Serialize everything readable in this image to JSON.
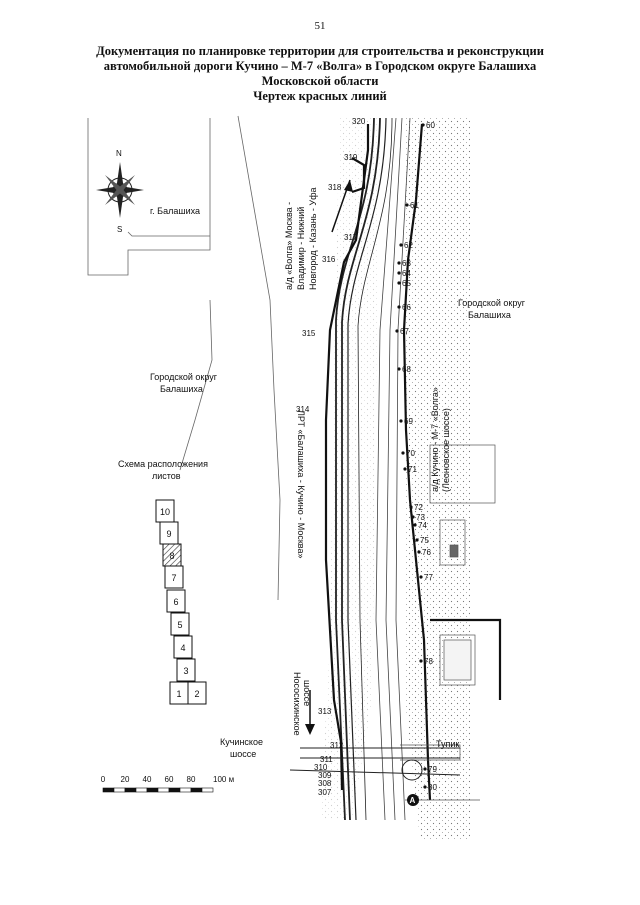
{
  "page_number": "51",
  "title": {
    "line1": "Документация по планировке территории для строительства и реконструкции",
    "line2": "автомобильной дороги Кучино – М-7 «Волга» в Городском округе Балашиха",
    "line3": "Московской области",
    "line4": "Чертеж красных линий"
  },
  "labels": {
    "city": "г. Балашиха",
    "district_right_1": "Городской округ",
    "district_right_2": "Балашиха",
    "district_left_1": "Городской округ",
    "district_left_2": "Балашиха",
    "highway_1": "а/д «Волга» Москва -",
    "highway_2": "Владимир - Нижний",
    "highway_3": "Новгород - Казань - Уфа",
    "lrt": "ЛРТ «Балашиха - Кучино - Москва»",
    "road_1": "а/д Кучино - М-7 «Волга»",
    "road_2": "(Леоновское шоссе)",
    "nosov_1": "Нососихинское",
    "nosov_2": "шоссе",
    "kuchino_1": "Кучинское",
    "kuchino_2": "шоссе",
    "tupik": "Тупик",
    "compass_n": "N",
    "compass_s": "S",
    "scheme_1": "Схема расположения",
    "scheme_2": "листов"
  },
  "scale_bar": {
    "ticks": [
      "0",
      "20",
      "40",
      "60",
      "80",
      "100 м"
    ]
  },
  "sheets": [
    {
      "n": "10",
      "current": false
    },
    {
      "n": "9",
      "current": false
    },
    {
      "n": "8",
      "current": true
    },
    {
      "n": "7",
      "current": false
    },
    {
      "n": "6",
      "current": false
    },
    {
      "n": "5",
      "current": false
    },
    {
      "n": "4",
      "current": false
    },
    {
      "n": "3",
      "current": false
    },
    {
      "n": "1",
      "current": false
    },
    {
      "n": "2",
      "current": false
    }
  ],
  "points_left": [
    "320",
    "319",
    "318",
    "317",
    "316",
    "315",
    "314",
    "313",
    "312",
    "311",
    "310",
    "309",
    "308",
    "307"
  ],
  "points_right": [
    "60",
    "61",
    "62",
    "63",
    "64",
    "65",
    "66",
    "67",
    "68",
    "69",
    "70",
    "71",
    "72",
    "73",
    "74",
    "75",
    "76",
    "77",
    "78",
    "79",
    "80"
  ],
  "marker": "A"
}
